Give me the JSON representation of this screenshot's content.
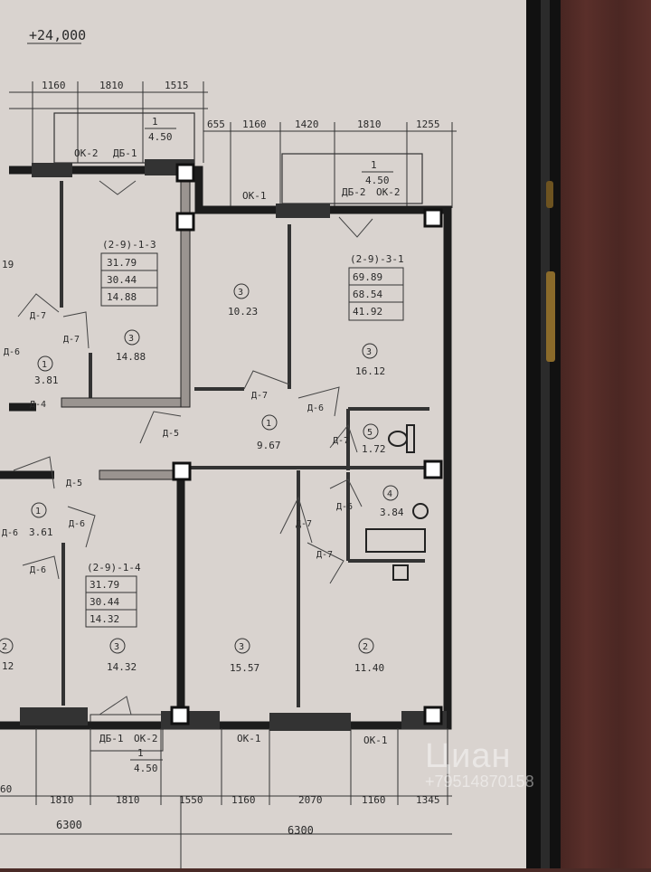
{
  "elevation": "+24,000",
  "dims_top_left": [
    "1160",
    "1810",
    "1515"
  ],
  "dims_top_right": [
    "655",
    "1160",
    "1420",
    "1810",
    "1255"
  ],
  "dims_bottom": [
    "60",
    "1810",
    "1810",
    "1550",
    "1160",
    "2070",
    "1160",
    "1345"
  ],
  "dims_total": [
    "6300",
    "6300"
  ],
  "window_labels": {
    "ok2_top_left": "ОК-2",
    "db1_top_left": "ДБ-1",
    "ok1_top": "ОК-1",
    "db2_top": "ДБ-2",
    "ok2_top": "ОК-2",
    "db1_bottom": "ДБ-1",
    "ok2_bottom": "ОК-2",
    "ok1_bottom_a": "ОК-1",
    "ok1_bottom_b": "ОК-1"
  },
  "section_marks": {
    "top_left": {
      "num": "1",
      "sheet": "4.50"
    },
    "top_right": {
      "num": "1",
      "sheet": "4.50"
    },
    "bottom_left": {
      "num": "1",
      "sheet": "4.50"
    }
  },
  "apartments": [
    {
      "code": "(2-9)-1-3",
      "values": [
        "31.79",
        "30.44",
        "14.88"
      ]
    },
    {
      "code": "(2-9)-3-1",
      "values": [
        "69.89",
        "68.54",
        "41.92"
      ]
    },
    {
      "code": "(2-9)-1-4",
      "values": [
        "31.79",
        "30.44",
        "14.32"
      ]
    }
  ],
  "rooms": [
    {
      "num": "3",
      "area": "10.23"
    },
    {
      "num": "3",
      "area": "16.12"
    },
    {
      "num": "1",
      "area": "9.67"
    },
    {
      "num": "5",
      "area": "1.72"
    },
    {
      "num": "4",
      "area": "3.84"
    },
    {
      "num": "3",
      "area": "15.57"
    },
    {
      "num": "2",
      "area": "11.40"
    },
    {
      "num": "3",
      "area": "14.88"
    },
    {
      "num": "1",
      "area": "3.81"
    },
    {
      "num": "1",
      "area": "3.61"
    },
    {
      "num": "3",
      "area": "14.32"
    },
    {
      "num": "2",
      "area": "12"
    },
    {
      "num": "",
      "area": "19"
    }
  ],
  "door_labels": {
    "d7_a": "Д-7",
    "d7_b": "Д-7",
    "d6_a": "Д-6",
    "d4": "Д-4",
    "d5_a": "Д-5",
    "d5_b": "Д-5",
    "d7_hall": "Д-7",
    "d6_hall": "Д-6",
    "d7_wc": "Д-7",
    "d6_bath": "Д-6",
    "d7_c": "Д-7",
    "d7_d": "Д-7",
    "d6_b": "Д-6",
    "d6_c": "Д-6",
    "d6_d": "Д-6"
  },
  "watermark": {
    "logo": "Циан",
    "phone": "+79514870158"
  }
}
